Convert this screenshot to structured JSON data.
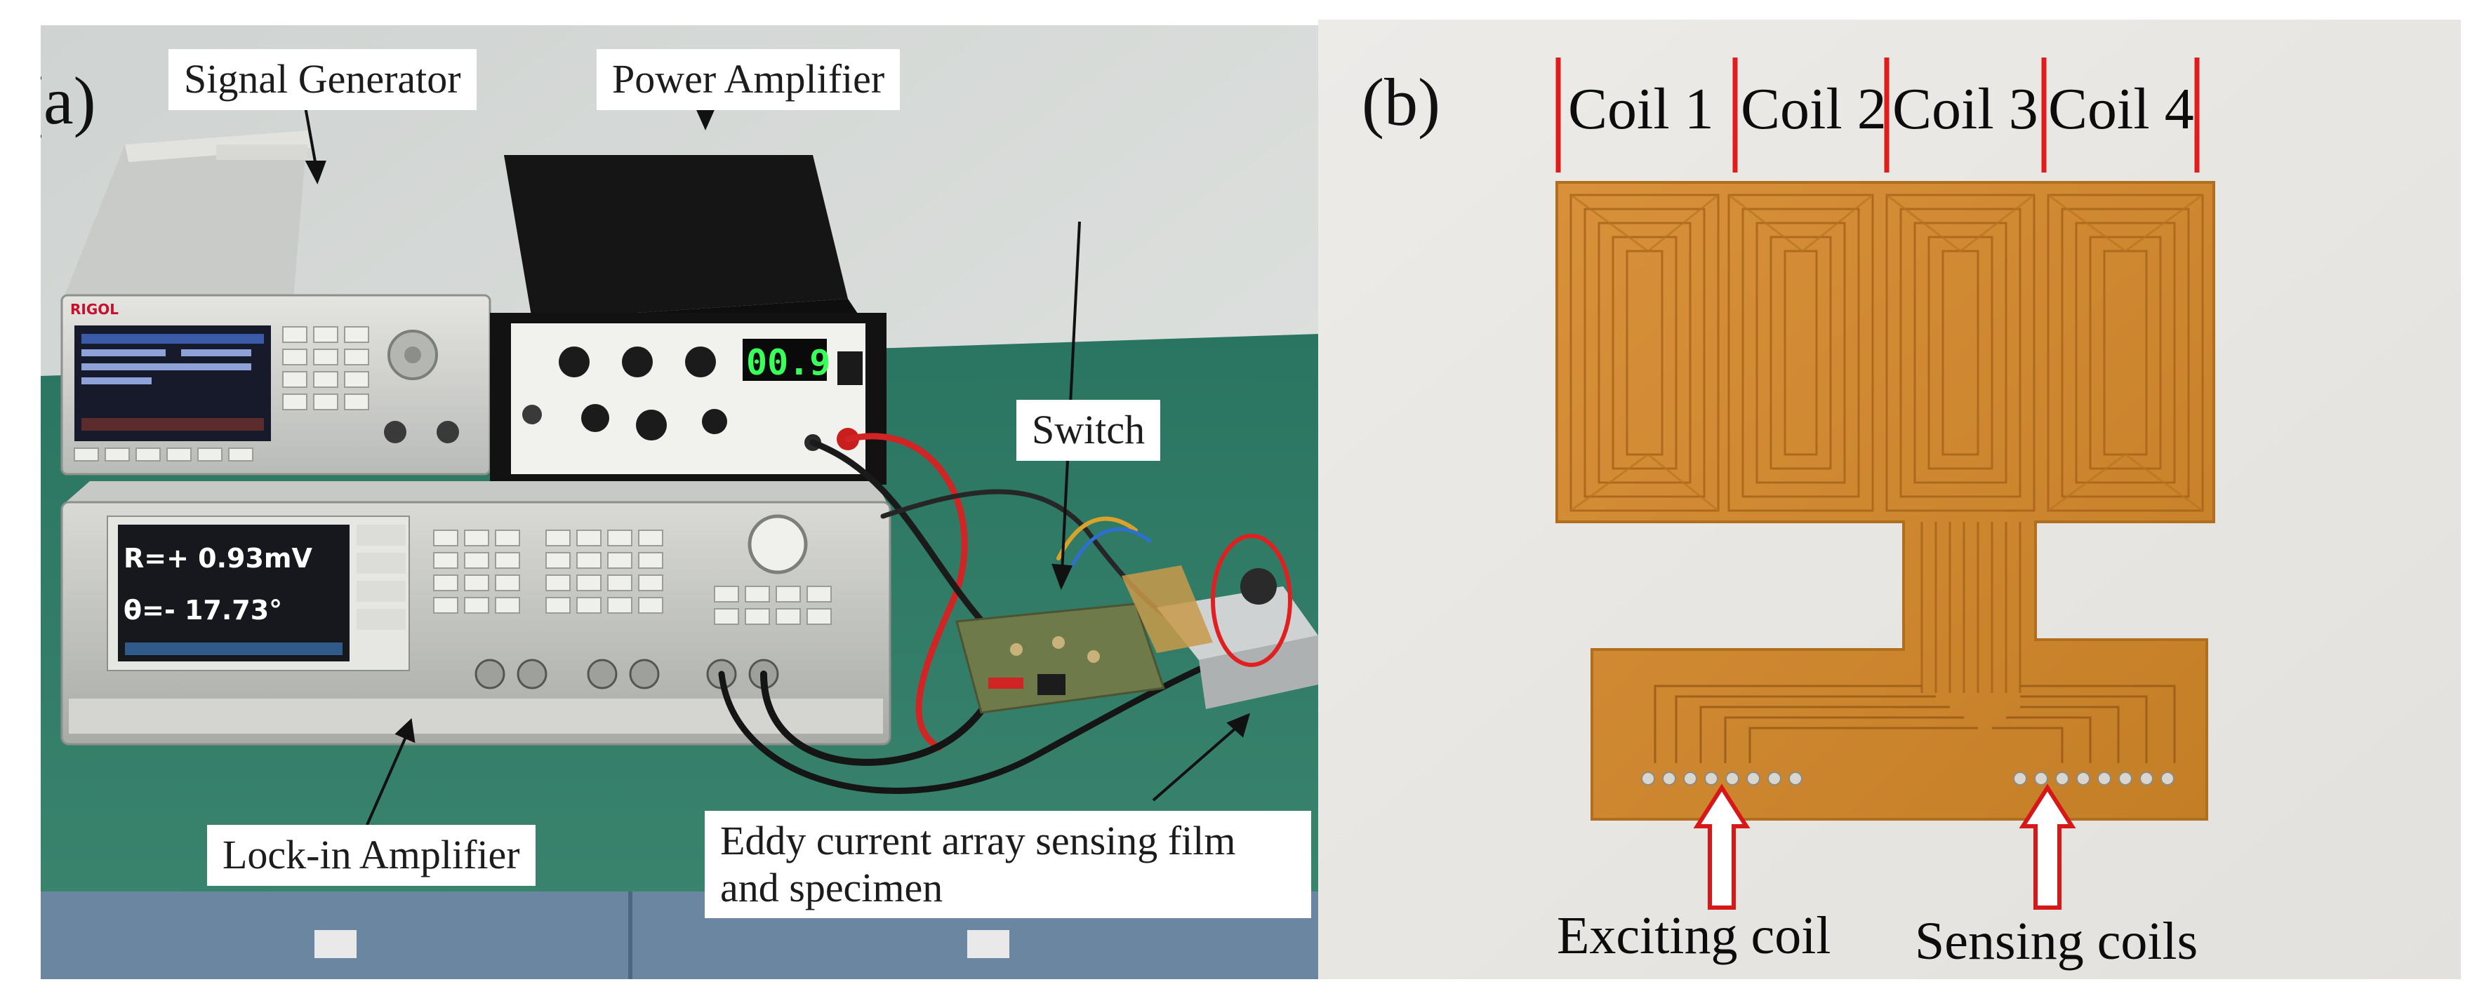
{
  "figure": {
    "panel_a": {
      "label": "(a)",
      "callouts": {
        "signal_generator": "Signal Generator",
        "power_amplifier": "Power Amplifier",
        "switch": "Switch",
        "lock_in_amplifier": "Lock-in Amplifier",
        "sensing_film": "Eddy current array sensing film and specimen"
      },
      "instrument_readouts": {
        "amp_display": "00.9",
        "lockin_r": "R=+    0.93mV",
        "lockin_theta": "θ=-   17.73°"
      },
      "brand_marks": {
        "generator_brand": "RIGOL"
      }
    },
    "panel_b": {
      "label": "(b)",
      "coils": [
        "Coil 1",
        "Coil 2",
        "Coil 3",
        "Coil 4"
      ],
      "exciting_label": "Exciting coil",
      "sensing_label": "Sensing coils"
    }
  },
  "colors": {
    "bench_green": "#2f7a66",
    "wall": "#d5d9d6",
    "flex_pcb": "#d28a2e",
    "divider_red": "#e01c1c",
    "arrow_red": "#d81818",
    "paper": "#e9e7e3"
  }
}
